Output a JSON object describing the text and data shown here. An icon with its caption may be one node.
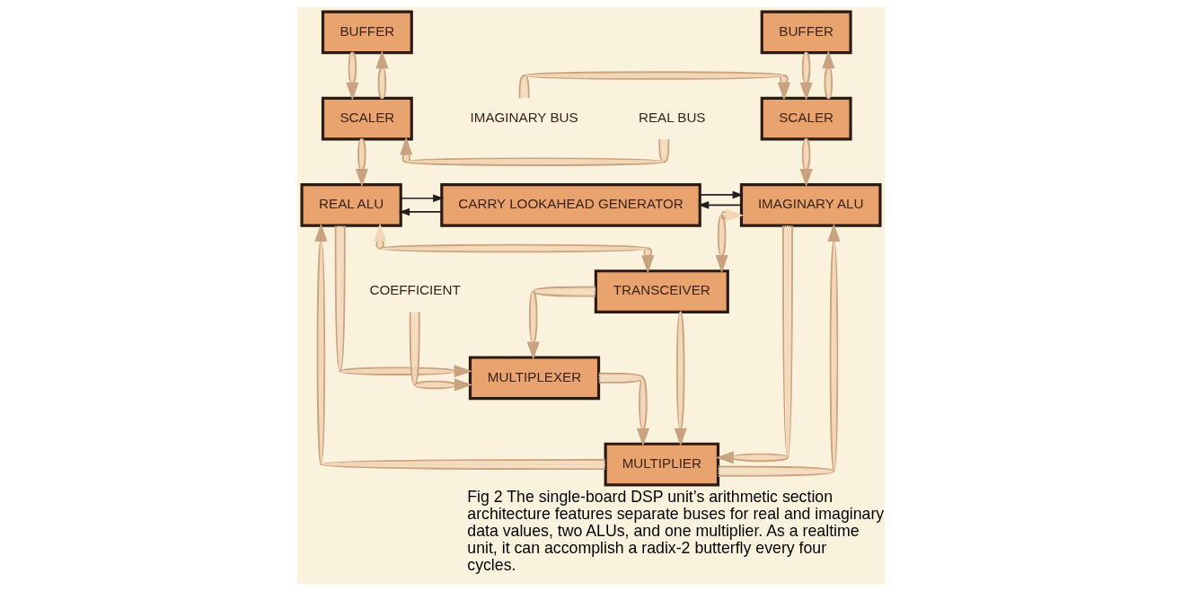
{
  "diagram": {
    "caption": "Fig 2 The single-board DSP unit’s arithmetic section architecture features separate buses for real and imaginary data values, two ALUs, and one multiplier. As a realtime unit, it can accomplish a radix-2 butterfly every four cycles.",
    "nodes": [
      {
        "text": [
          "BUFFER"
        ]
      },
      {
        "text": [
          "REAL BUS"
        ]
      },
      {
        "text": [
          "SCALER"
        ]
      },
      {
        "text": [
          "BUFFER"
        ]
      },
      {
        "text": [
          "IMAGINARY BUS"
        ]
      },
      {
        "text": [
          "SCALER"
        ]
      },
      {
        "text": [
          "REAL ALU"
        ]
      },
      {
        "text": [
          "CARRY LOOKAHEAD GENERATOR"
        ]
      },
      {
        "text": [
          "IMAGINARY ALU"
        ]
      },
      {
        "text": [
          "COEFFICIENT"
        ]
      },
      {
        "text": [
          "TRANSCEIVER"
        ]
      },
      {
        "text": [
          "MULTIPLEXER"
        ]
      },
      {
        "text": [
          "MULTIPLIER"
        ]
      }
    ],
    "edges": [
      {
        "from": 1,
        "to": 2,
        "arrow": "to"
      },
      {
        "from": 0,
        "to": 2,
        "arrow": "to"
      },
      {
        "from": 2,
        "to": 0,
        "arrow": "to"
      },
      {
        "from": 2,
        "to": 6,
        "arrow": "to"
      },
      {
        "from": 4,
        "to": 5,
        "arrow": "to"
      },
      {
        "from": 3,
        "to": 5,
        "arrow": "to"
      },
      {
        "from": 5,
        "to": 3,
        "arrow": "to"
      },
      {
        "from": 5,
        "to": 8,
        "arrow": "to"
      },
      {
        "from": 6,
        "to": 7,
        "arrow": "to",
        "color": "#231f20"
      },
      {
        "from": 7,
        "to": 6,
        "arrow": "to",
        "color": "#231f20"
      },
      {
        "from": 8,
        "to": 7,
        "arrow": "to",
        "color": "#231f20"
      },
      {
        "from": 7,
        "to": 8,
        "arrow": "to",
        "color": "#231f20"
      },
      {
        "from": 6,
        "to": 10,
        "arrow": "both"
      },
      {
        "from": 6,
        "to": 11,
        "arrow": "to"
      },
      {
        "from": 10,
        "to": 11,
        "arrow": "to"
      },
      {
        "from": 8,
        "to": 10,
        "arrow": "both"
      },
      {
        "from": 8,
        "to": 12,
        "arrow": "to"
      },
      {
        "from": 10,
        "to": 12,
        "arrow": "to"
      },
      {
        "from": 9,
        "to": 11,
        "arrow": "to"
      },
      {
        "from": 11,
        "to": 12,
        "arrow": "to"
      },
      {
        "from": 12,
        "to": 6,
        "arrow": "to"
      },
      {
        "from": 12,
        "to": 8,
        "arrow": "to"
      }
    ]
  }
}
